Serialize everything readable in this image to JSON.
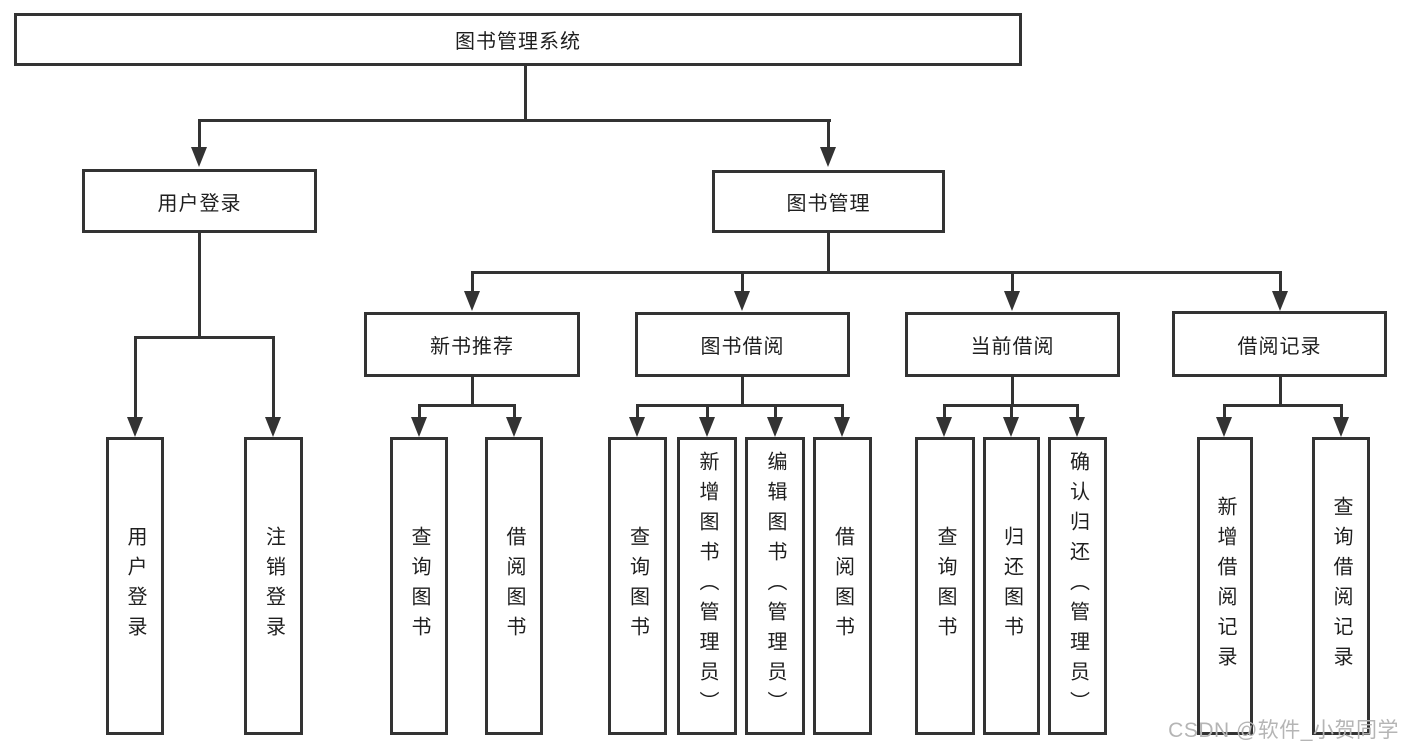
{
  "diagram": {
    "root": {
      "label": "图书管理系统",
      "children": [
        {
          "label": "用户登录",
          "children": [
            {
              "label": "用户登录"
            },
            {
              "label": "注销登录"
            }
          ]
        },
        {
          "label": "图书管理",
          "children": [
            {
              "label": "新书推荐",
              "children": [
                {
                  "label": "查询图书"
                },
                {
                  "label": "借阅图书"
                }
              ]
            },
            {
              "label": "图书借阅",
              "children": [
                {
                  "label": "查询图书"
                },
                {
                  "label": "新增图书（管理员）"
                },
                {
                  "label": "编辑图书（管理员）"
                },
                {
                  "label": "借阅图书"
                }
              ]
            },
            {
              "label": "当前借阅",
              "children": [
                {
                  "label": "查询图书"
                },
                {
                  "label": "归还图书"
                },
                {
                  "label": "确认归还（管理员）"
                }
              ]
            },
            {
              "label": "借阅记录",
              "children": [
                {
                  "label": "新增借阅记录"
                },
                {
                  "label": "查询借阅记录"
                }
              ]
            }
          ]
        }
      ]
    }
  },
  "watermark": "CSDN @软件_小贺同学",
  "colors": {
    "line": "#333333",
    "text": "#1f1f1f",
    "watermark": "#b5b5b5",
    "background": "#ffffff"
  }
}
